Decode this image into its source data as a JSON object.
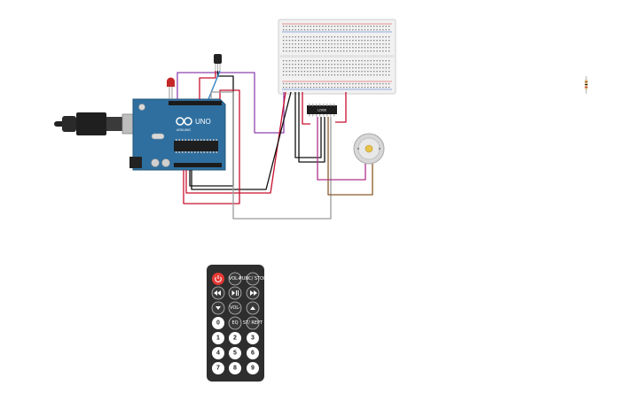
{
  "arduino": {
    "logo_text": "UNO",
    "brand_text": "ARDUINO"
  },
  "ic": {
    "label": "L293D"
  },
  "remote": {
    "rows": [
      [
        "power",
        "VOL+",
        "FUNC/STOP"
      ],
      [
        "prev",
        "play-pause",
        "next"
      ],
      [
        "down",
        "VOL-",
        "up"
      ],
      [
        "0",
        "EQ",
        "ST/REPT"
      ],
      [
        "1",
        "2",
        "3"
      ],
      [
        "4",
        "5",
        "6"
      ],
      [
        "7",
        "8",
        "9"
      ]
    ],
    "labels": {
      "vol_up": "VOL+",
      "vol_down": "VOL-",
      "func": "FUNC/ STOP",
      "eq": "EQ",
      "st": "ST/ REPT",
      "n0": "0",
      "n1": "1",
      "n2": "2",
      "n3": "3",
      "n4": "4",
      "n5": "5",
      "n6": "6",
      "n7": "7",
      "n8": "8",
      "n9": "9"
    }
  },
  "colors": {
    "arduino_board": "#2f6f9f",
    "wire_red": "#c8102e",
    "wire_black": "#111111",
    "wire_purple": "#8e44ad",
    "wire_magenta": "#b0308a",
    "wire_gray": "#9a9a9a",
    "wire_brown": "#8b5a2b",
    "wire_blue": "#2a7fc1",
    "remote_body": "#2e2e2e",
    "power_button": "#e53935"
  }
}
